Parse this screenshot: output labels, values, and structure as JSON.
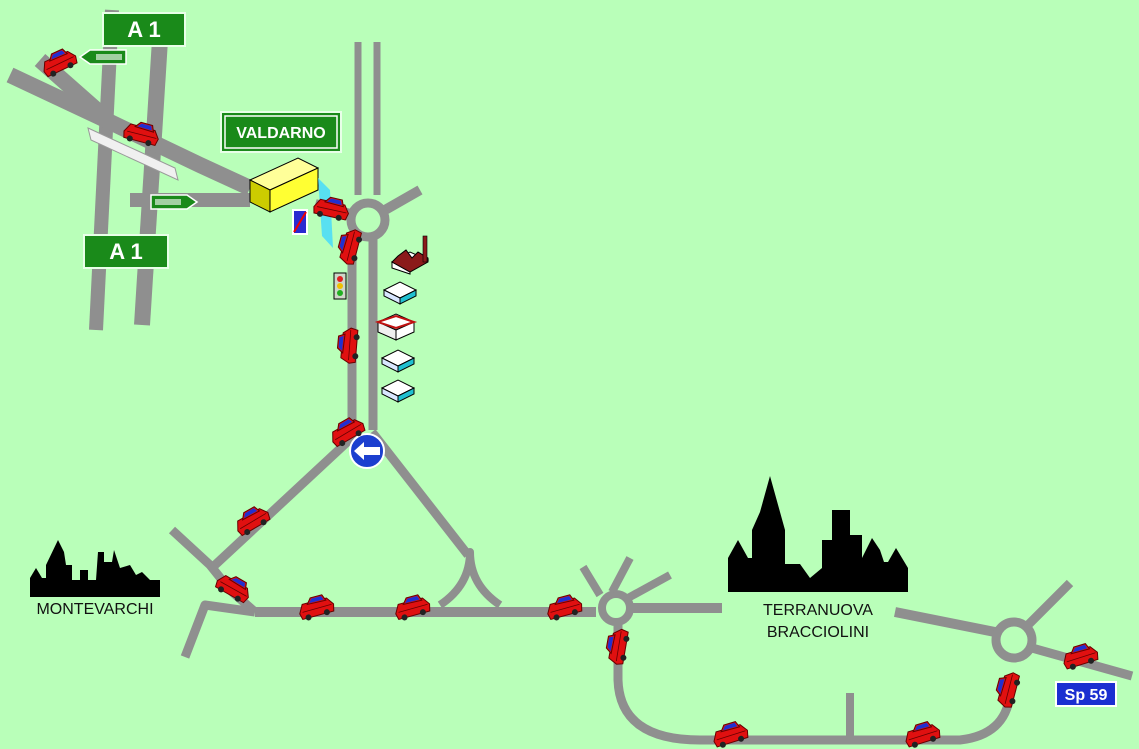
{
  "signs": {
    "a1_top": "A 1",
    "a1_bottom": "A 1",
    "valdarno": "VALDARNO",
    "sp59": "Sp 59"
  },
  "towns": {
    "montevarchi": "MONTEVARCHI",
    "terranuova_line1": "TERRANUOVA",
    "terranuova_line2": "BRACCIOLINI"
  },
  "colors": {
    "background": "#b9ffb9",
    "road": "#8f8f8f",
    "sign_green": "#1a8a1a",
    "sign_blue": "#1b2fd1",
    "car_red": "#e01010",
    "car_blue": "#2030d0",
    "silhouette": "#000000"
  },
  "icons": [
    "car-icon",
    "toll-booth-icon",
    "traffic-light-icon",
    "factory-icon",
    "building-icon",
    "keep-left-sign-icon",
    "no-entry-sign-icon",
    "direction-arrow-sign-icon"
  ]
}
